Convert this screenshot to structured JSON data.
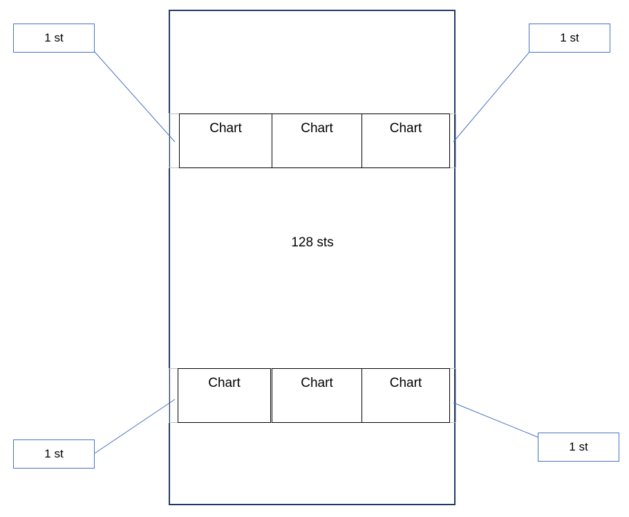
{
  "diagram": {
    "center_label": "128 sts",
    "top_charts": [
      "Chart",
      "Chart",
      "Chart"
    ],
    "bottom_charts": [
      "Chart",
      "Chart",
      "Chart"
    ],
    "callouts": {
      "top_left": "1 st",
      "top_right": "1 st",
      "bottom_left": "1 st",
      "bottom_right": "1 st"
    },
    "colors": {
      "outline": "#1f3864",
      "callout_border": "#4472c4",
      "leader_line": "#4472c4",
      "strip_border": "#bfbfbf"
    }
  }
}
